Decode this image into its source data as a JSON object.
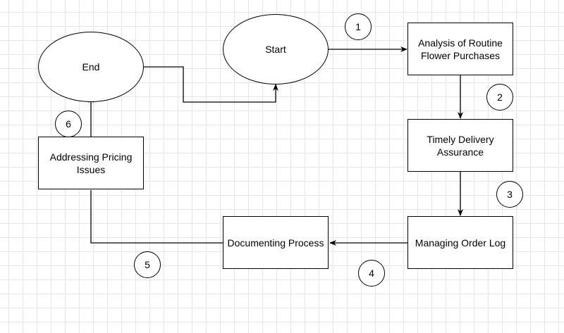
{
  "diagram": {
    "nodes": {
      "start": "Start",
      "end": "End",
      "analysis": "Analysis of Routine Flower Purchases",
      "timely": "Timely Delivery Assurance",
      "managing": "Managing Order Log",
      "documenting": "Documenting Process",
      "pricing": "Addressing Pricing Issues"
    },
    "steps": [
      "1",
      "2",
      "3",
      "4",
      "5",
      "6"
    ]
  }
}
